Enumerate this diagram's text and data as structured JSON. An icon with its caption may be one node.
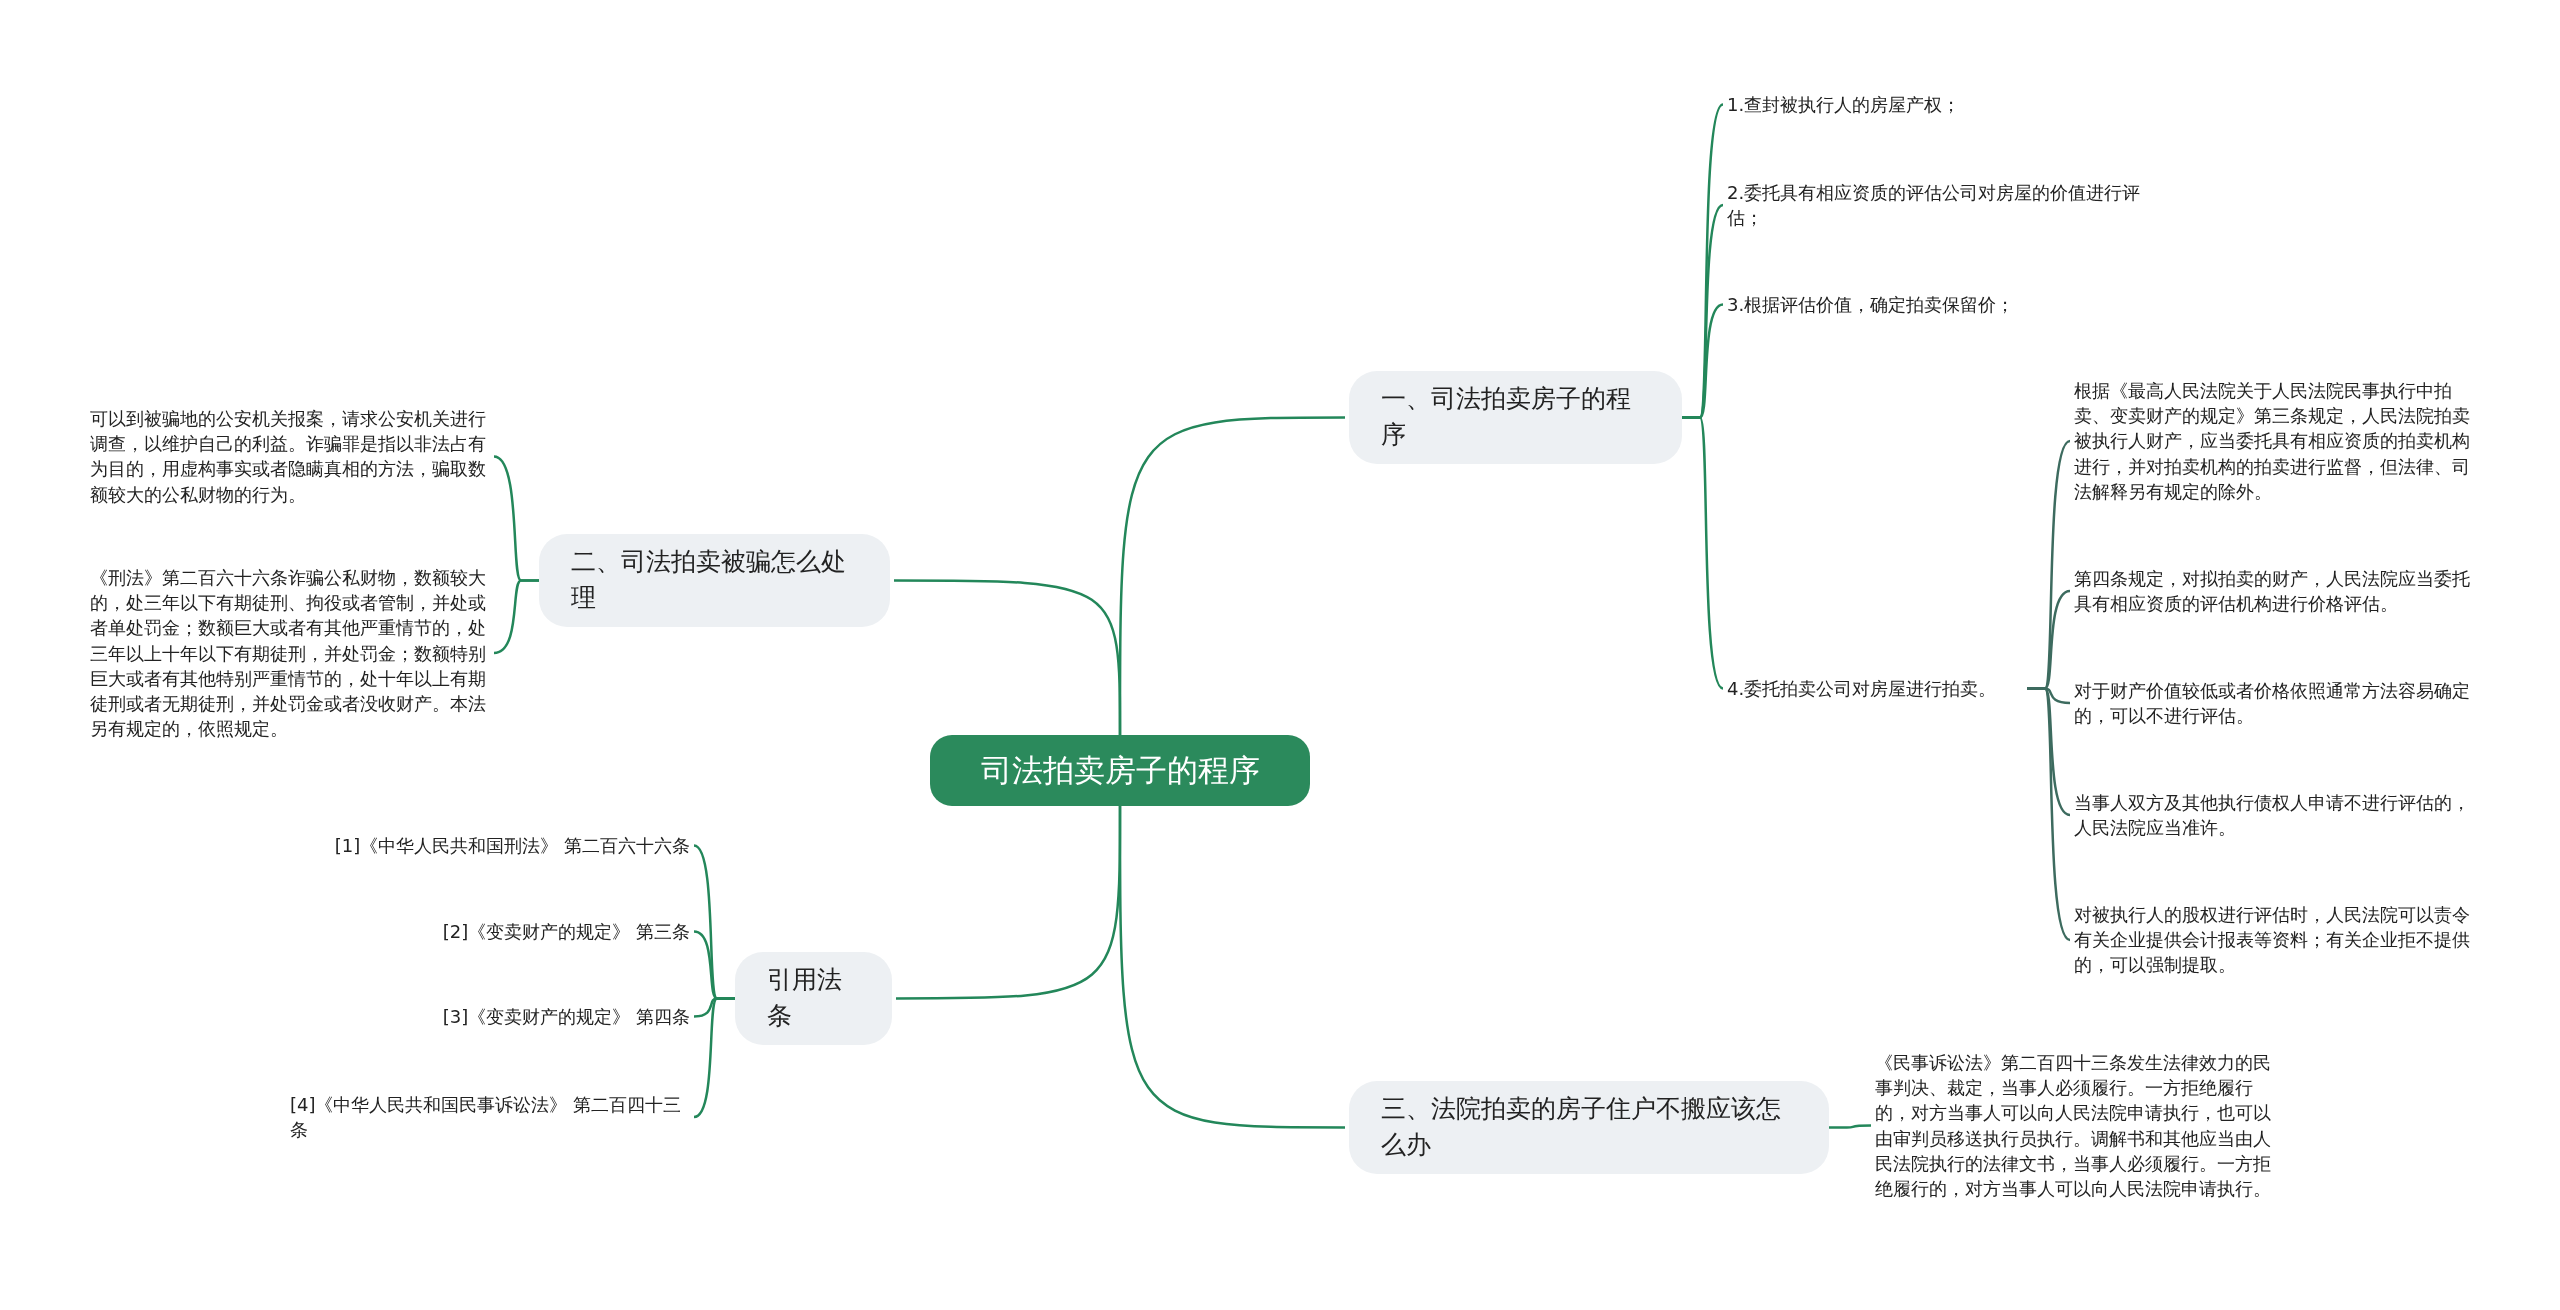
{
  "diagram": {
    "nodes": [
      {
        "text": [
          "司法拍卖房子的程序"
        ]
      },
      {
        "text": [
          "一、司法拍卖房子的程序"
        ]
      },
      {
        "text": [
          "1.查封被执行人的房屋产权；"
        ]
      },
      {
        "text": [
          "2.委托具有相应资质的评估公司对房屋的价值进行评估；"
        ]
      },
      {
        "text": [
          "3.根据评估价值，确定拍卖保留价；"
        ]
      },
      {
        "text": [
          "4.委托拍卖公司对房屋进行拍卖。"
        ]
      },
      {
        "text": [
          "根据《最高人民法院关于人民法院民事执行中拍卖、变卖财产的规定》第三条规定，人民法院拍卖被执行人财产，应当委托具有相应资质的拍卖机构进行，并对拍卖机构的拍卖进行监督，但法律、司法解释另有规定的除外。"
        ]
      },
      {
        "text": [
          "第四条规定，对拟拍卖的财产，人民法院应当委托具有相应资质的评估机构进行价格评估。"
        ]
      },
      {
        "text": [
          "对于财产价值较低或者价格依照通常方法容易确定的，可以不进行评估。"
        ]
      },
      {
        "text": [
          "当事人双方及其他执行债权人申请不进行评估的，人民法院应当准许。"
        ]
      },
      {
        "text": [
          "对被执行人的股权进行评估时，人民法院可以责令有关企业提供会计报表等资料；有关企业拒不提供的，可以强制提取。"
        ]
      },
      {
        "text": [
          "二、司法拍卖被骗怎么处理"
        ]
      },
      {
        "text": [
          "可以到被骗地的公安机关报案，请求公安机关进行调查，以维护自己的利益。诈骗罪是指以非法占有为目的，用虚构事实或者隐瞒真相的方法，骗取数额较大的公私财物的行为。"
        ]
      },
      {
        "text": [
          "《刑法》第二百六十六条诈骗公私财物，数额较大的，处三年以下有期徒刑、拘役或者管制，并处或者单处罚金；数额巨大或者有其他严重情节的，处三年以上十年以下有期徒刑，并处罚金；数额特别巨大或者有其他特别严重情节的，处十年以上有期徒刑或者无期徒刑，并处罚金或者没收财产。本法另有规定的，依照规定。"
        ]
      },
      {
        "text": [
          "引用法条"
        ]
      },
      {
        "text": [
          "[1]《中华人民共和国刑法》 第二百六十六条"
        ]
      },
      {
        "text": [
          "[2]《变卖财产的规定》 第三条"
        ]
      },
      {
        "text": [
          "[3]《变卖财产的规定》 第四条"
        ]
      },
      {
        "text": [
          "[4]《中华人民共和国民事诉讼法》 第二百四十三条"
        ]
      },
      {
        "text": [
          "三、法院拍卖的房子住户不搬应该怎么办"
        ]
      },
      {
        "text": [
          "《民事诉讼法》第二百四十三条发生法律效力的民事判决、裁定，当事人必须履行。一方拒绝履行的，对方当事人可以向人民法院申请执行，也可以由审判员移送执行员执行。调解书和其他应当由人民法院执行的法律文书，当事人必须履行。一方拒绝履行的，对方当事人可以向人民法院申请执行。"
        ]
      }
    ],
    "edges": [
      {
        "from": 0,
        "to": 1,
        "arrow": "none"
      },
      {
        "from": 1,
        "to": 2,
        "arrow": "none"
      },
      {
        "from": 1,
        "to": 3,
        "arrow": "none"
      },
      {
        "from": 1,
        "to": 4,
        "arrow": "none"
      },
      {
        "from": 1,
        "to": 5,
        "arrow": "none"
      },
      {
        "from": 5,
        "to": 6,
        "arrow": "none",
        "color": "#3d6b5f"
      },
      {
        "from": 5,
        "to": 7,
        "arrow": "none",
        "color": "#3d6b5f"
      },
      {
        "from": 5,
        "to": 8,
        "arrow": "none",
        "color": "#3d6b5f"
      },
      {
        "from": 5,
        "to": 9,
        "arrow": "none",
        "color": "#3d6b5f"
      },
      {
        "from": 5,
        "to": 10,
        "arrow": "none",
        "color": "#3d6b5f"
      },
      {
        "from": 0,
        "to": 11,
        "arrow": "none"
      },
      {
        "from": 11,
        "to": 12,
        "arrow": "none"
      },
      {
        "from": 11,
        "to": 13,
        "arrow": "none"
      },
      {
        "from": 0,
        "to": 14,
        "arrow": "none"
      },
      {
        "from": 14,
        "to": 15,
        "arrow": "none"
      },
      {
        "from": 14,
        "to": 16,
        "arrow": "none"
      },
      {
        "from": 14,
        "to": 17,
        "arrow": "none"
      },
      {
        "from": 14,
        "to": 18,
        "arrow": "none"
      },
      {
        "from": 0,
        "to": 19,
        "arrow": "none"
      },
      {
        "from": 19,
        "to": 20,
        "arrow": "none"
      }
    ]
  }
}
